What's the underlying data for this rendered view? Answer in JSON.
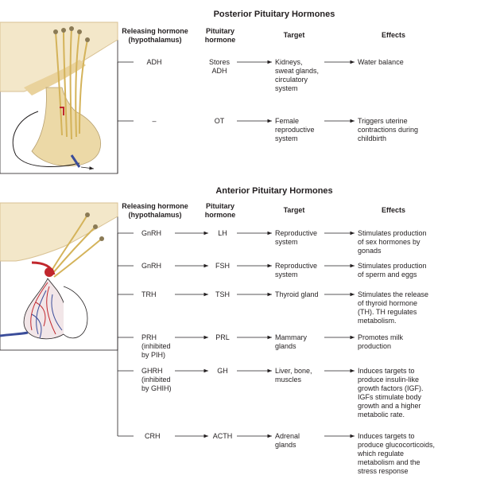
{
  "posterior": {
    "title": "Posterior Pituitary Hormones",
    "headers": {
      "releasing": "Releasing hormone\n(hypothalamus)",
      "pituitary": "Pituitary\nhormone",
      "target": "Target",
      "effects": "Effects"
    },
    "rows": [
      {
        "releasing": "ADH",
        "pituitary": "Stores\nADH",
        "target": "Kidneys,\nsweat glands,\ncirculatory\nsystem",
        "effects": "Water balance"
      },
      {
        "releasing": "–",
        "pituitary": "OT",
        "target": "Female\nreproductive\nsystem",
        "effects": "Triggers uterine\ncontractions during\nchildbirth"
      }
    ]
  },
  "anterior": {
    "title": "Anterior Pituitary Hormones",
    "headers": {
      "releasing": "Releasing hormone\n(hypothalamus)",
      "pituitary": "Pituitary\nhormone",
      "target": "Target",
      "effects": "Effects"
    },
    "rows": [
      {
        "releasing": "GnRH",
        "pituitary": "LH",
        "target": "Reproductive\nsystem",
        "effects": "Stimulates production\nof sex hormones by\ngonads"
      },
      {
        "releasing": "GnRH",
        "pituitary": "FSH",
        "target": "Reproductive\nsystem",
        "effects": "Stimulates production\nof sperm and eggs"
      },
      {
        "releasing": "TRH",
        "pituitary": "TSH",
        "target": "Thyroid gland",
        "effects": "Stimulates the release\nof thyroid hormone\n(TH). TH regulates\nmetabolism."
      },
      {
        "releasing": "PRH\n(inhibited\nby PIH)",
        "pituitary": "PRL",
        "target": "Mammary\nglands",
        "effects": "Promotes milk\nproduction"
      },
      {
        "releasing": "GHRH\n(inhibited\nby GHIH)",
        "pituitary": "GH",
        "target": "Liver, bone,\nmuscles",
        "effects": "Induces targets to\nproduce insulin-like\ngrowth factors (IGF).\nIGFs stimulate body\ngrowth and a higher\nmetabolic rate."
      },
      {
        "releasing": "CRH",
        "pituitary": "ACTH",
        "target": "Adrenal\nglands",
        "effects": "Induces targets to\nproduce glucocorticoids,\nwhich regulate\nmetabolism and the\nstress response"
      }
    ]
  },
  "colors": {
    "hypothalamus": "#f3e7c9",
    "hypothalamus_edge": "#d9c294",
    "axon": "#d4b35a",
    "artery": "#c1272d",
    "vein": "#3b4d9a",
    "line": "#231f20"
  }
}
